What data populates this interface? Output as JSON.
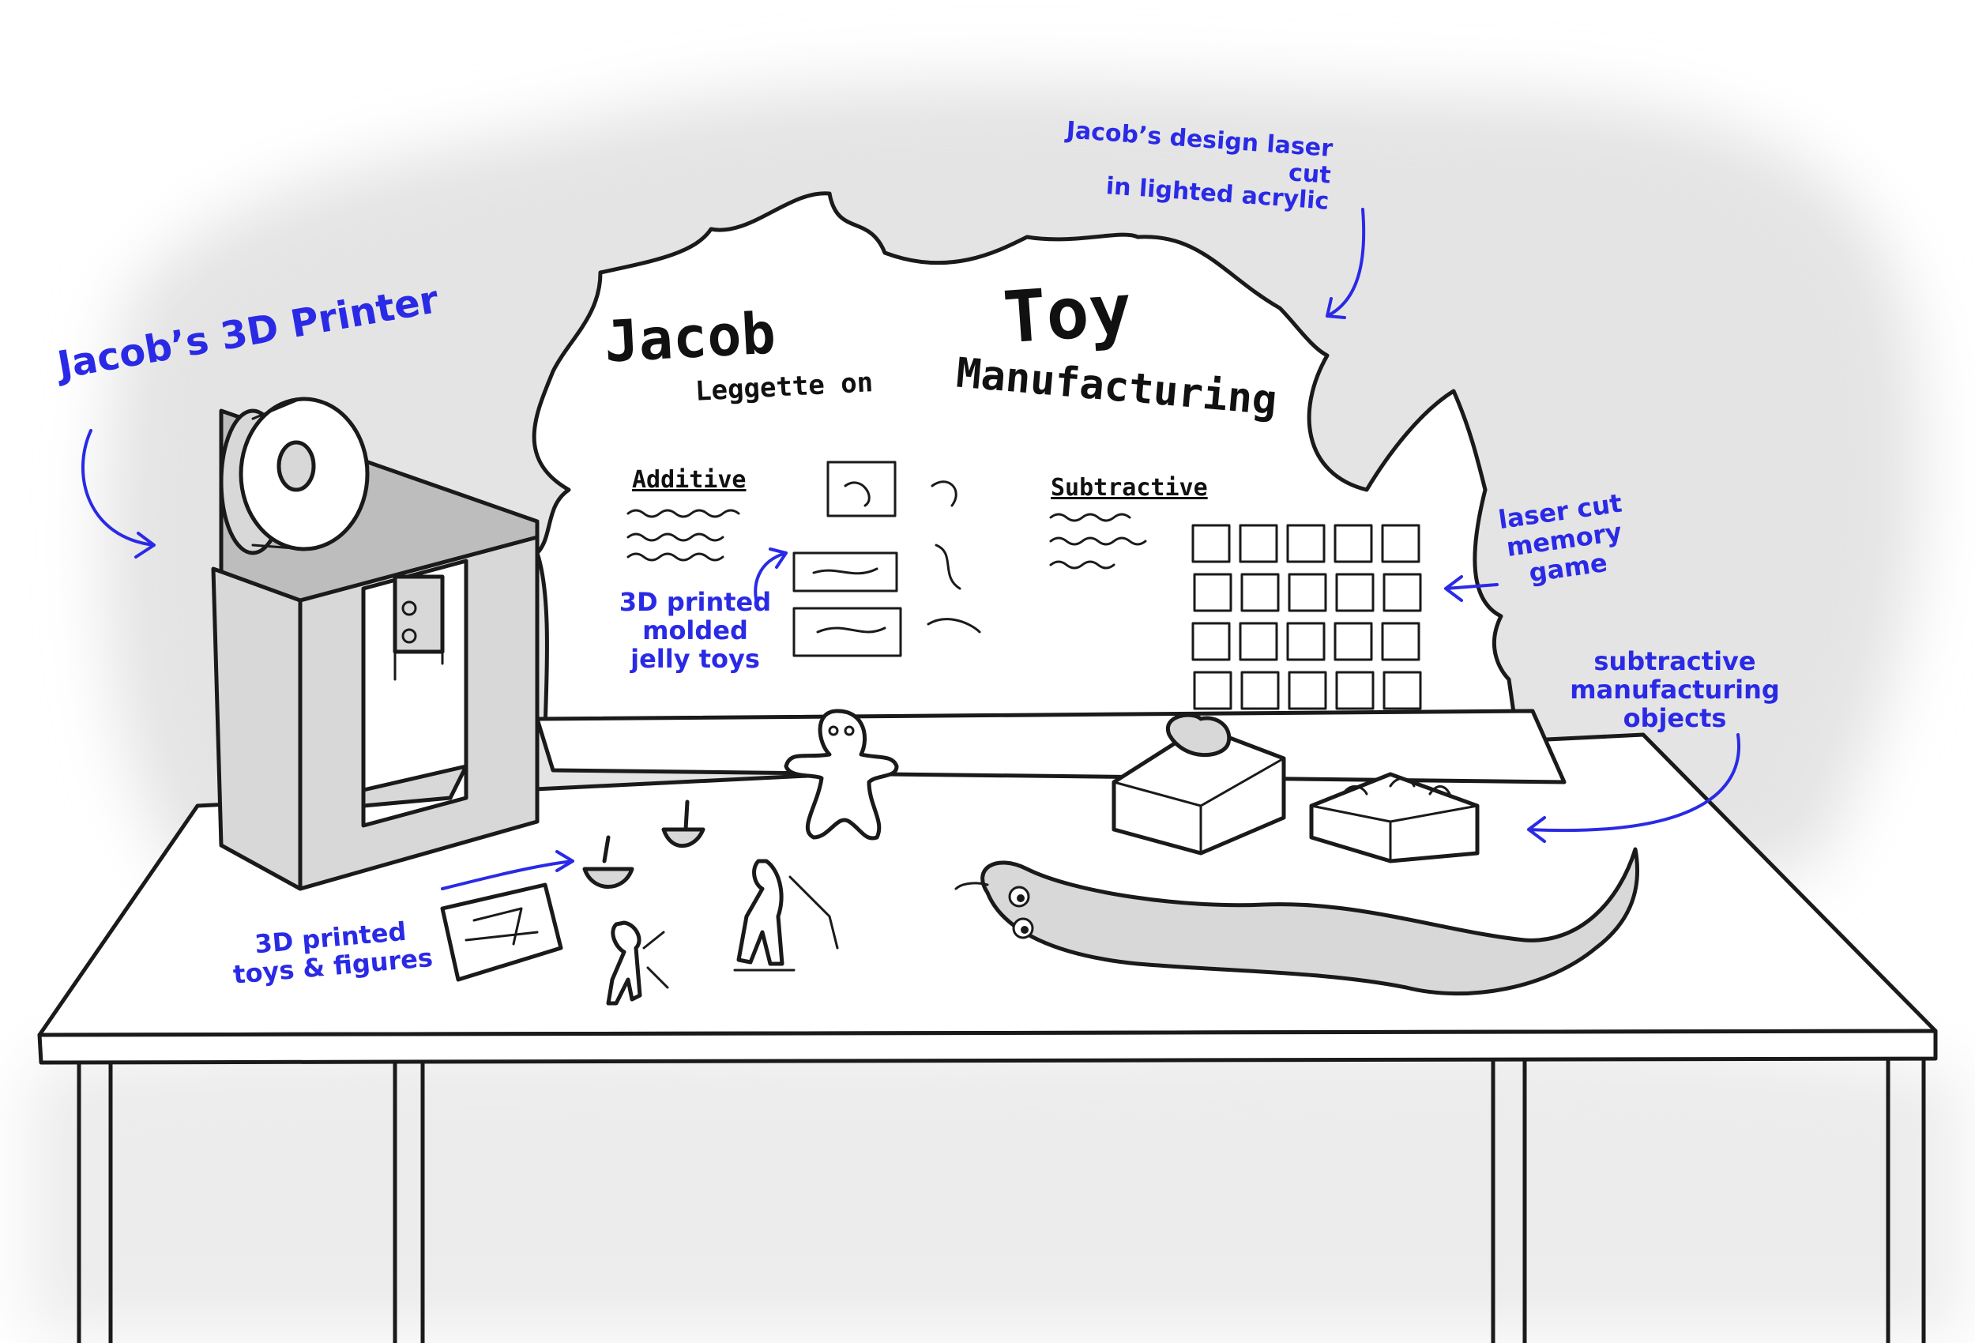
{
  "colors": {
    "annotation": "#2a2ae6",
    "ink": "#1a1a1a",
    "background_wash": "#e9e9e9",
    "object_fill": "#d8d8d8"
  },
  "sign": {
    "name_first": "Jacob",
    "name_last": "Leggette on",
    "title_top": "Toy",
    "title_bottom": "Manufacturing",
    "additive_heading": "Additive",
    "subtractive_heading": "Subtractive"
  },
  "labels": {
    "printer": "Jacob’s 3D Printer",
    "laser_design": "Jacob’s design laser cut\nin lighted acrylic",
    "memory_game": "laser cut\nmemory\ngame",
    "jelly_toys": "3D printed\nmolded\njelly toys",
    "subtractive_objects": "subtractive\nmanufacturing\nobjects",
    "printed_toys": "3D printed\ntoys & figures"
  },
  "icons": [
    "printer-icon",
    "filament-spool-icon",
    "mold-icon",
    "jelly-toy-icon",
    "memory-tile-icon",
    "gingerbread-figure-icon",
    "spinning-top-icon",
    "soldier-figure-icon",
    "slug-toy-icon"
  ]
}
